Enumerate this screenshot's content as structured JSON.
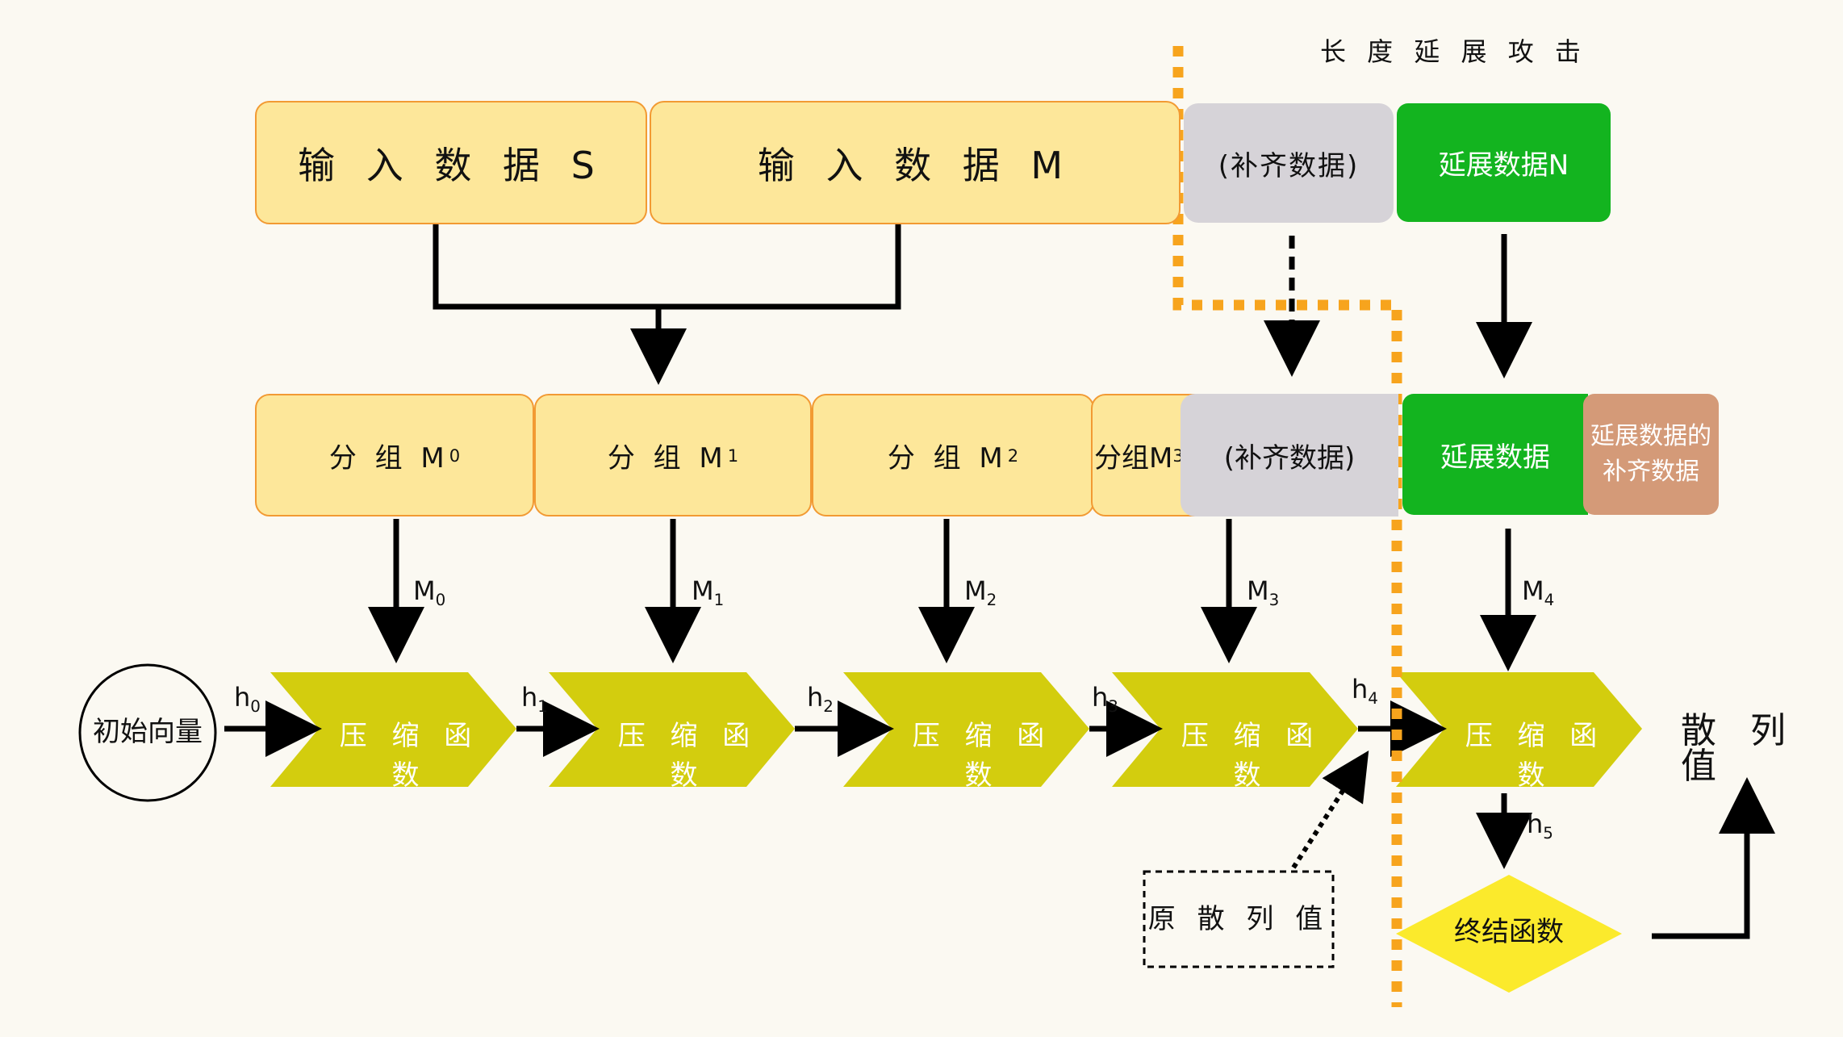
{
  "title": "长 度 延 展 攻 击",
  "inputs": {
    "s": "输 入 数 据 S",
    "m": "输 入 数 据 M",
    "padding": "(补齐数据)",
    "ext": "延展数据N"
  },
  "groups": {
    "g0": "分 组 M",
    "g0_sub": "0",
    "g1": "分 组 M",
    "g1_sub": "1",
    "g2": "分 组 M",
    "g2_sub": "2",
    "g3": "分组M",
    "g3_sub": "3",
    "padding": "(补齐数据)",
    "ext": "延展数据",
    "ext_pad_line1": "延展数据的",
    "ext_pad_line2": "补齐数据"
  },
  "arrows": {
    "m0": "M",
    "m0_sub": "0",
    "m1": "M",
    "m1_sub": "1",
    "m2": "M",
    "m2_sub": "2",
    "m3": "M",
    "m3_sub": "3",
    "m4": "M",
    "m4_sub": "4"
  },
  "h": {
    "h0": "h",
    "h0_sub": "0",
    "h1": "h",
    "h1_sub": "1",
    "h2": "h",
    "h2_sub": "2",
    "h3": "h",
    "h3_sub": "3",
    "h4": "h",
    "h4_sub": "4",
    "h5": "h",
    "h5_sub": "5"
  },
  "init_vector": "初始向量",
  "compress": "压 缩 函 数",
  "hash_value": "散 列 值",
  "orig_hash": "原 散 列 值",
  "final_func": "终结函数",
  "colors": {
    "yellow_fill": "#fde79a",
    "yellow_border": "#f29a33",
    "gray": "#d6d3d8",
    "green": "#13b41f",
    "tan": "#d49a78",
    "chevron": "#d3cd0e",
    "diamond": "#fbea2c",
    "dotted_orange": "#f7a41d"
  }
}
